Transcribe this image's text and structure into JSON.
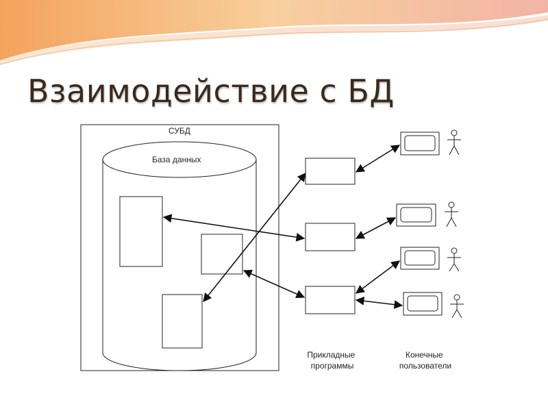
{
  "title": "Взаимодействие с БД",
  "diagram": {
    "dbms_label": "СУБД",
    "database_label": "База данных",
    "app_programs_label": [
      "Прикладные",
      "программы"
    ],
    "end_users_label": [
      "Конечные",
      "пользователи"
    ]
  },
  "colors": {
    "title": "#3a2a1c",
    "banner_orange": "#f0a860",
    "banner_peach": "#f7cc9a",
    "banner_pink": "#f3b5a3"
  }
}
